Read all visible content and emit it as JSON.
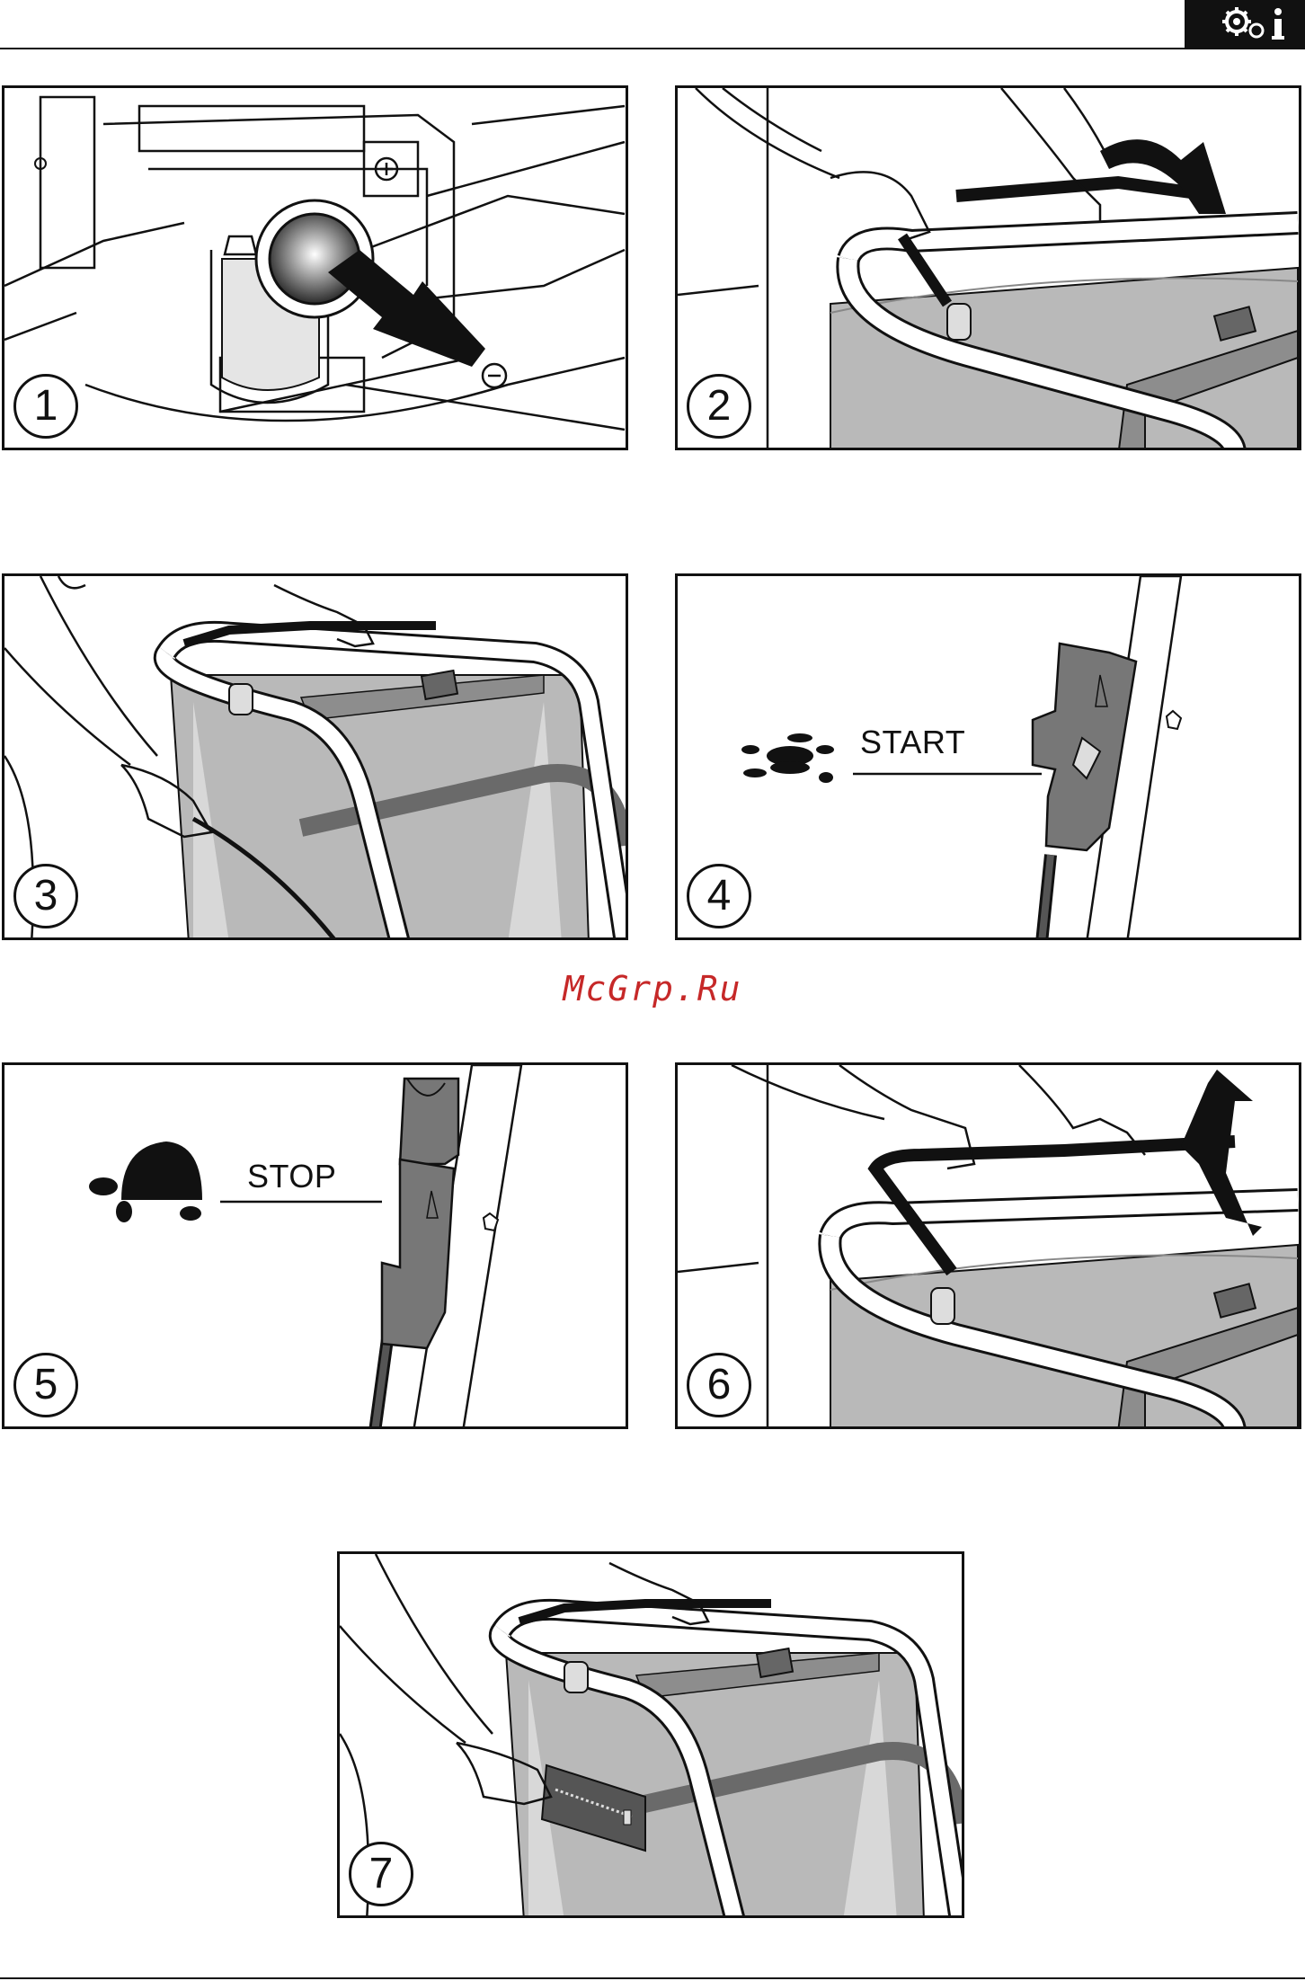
{
  "header": {
    "icon": "gears-info-icon"
  },
  "panels": [
    {
      "number": "1"
    },
    {
      "number": "2"
    },
    {
      "number": "3"
    },
    {
      "number": "4",
      "label": "START",
      "icon": "hare-icon"
    },
    {
      "number": "5",
      "label": "STOP",
      "icon": "tortoise-icon"
    },
    {
      "number": "6"
    },
    {
      "number": "7"
    }
  ],
  "watermark": {
    "text": "McGrp.Ru"
  },
  "colors": {
    "ink": "#111111",
    "bag": "#b9b9b9",
    "watermark": "#c62828"
  }
}
